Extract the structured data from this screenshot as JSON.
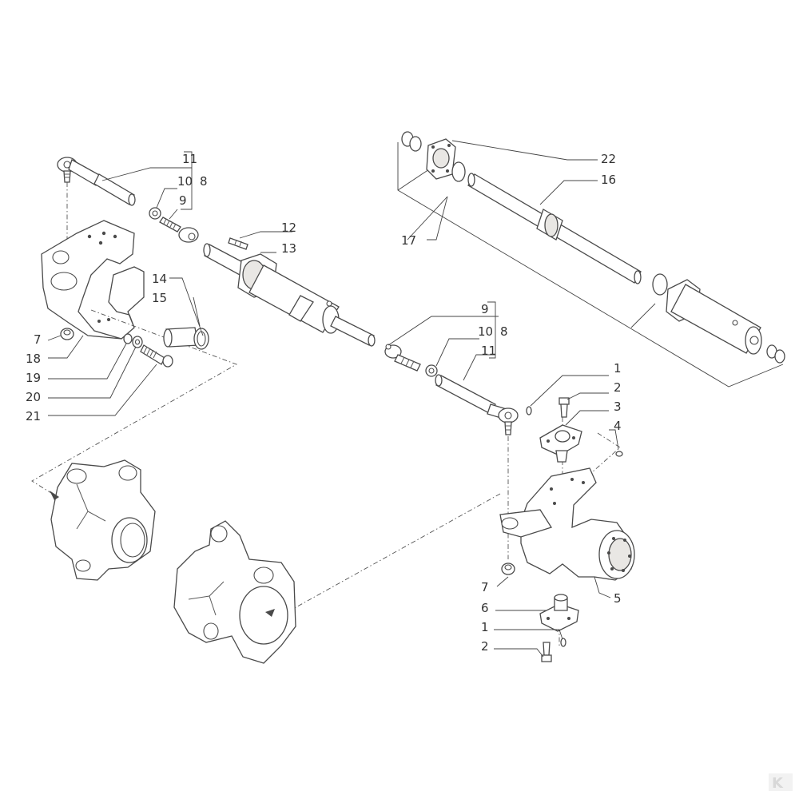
{
  "diagram": {
    "labels": [
      {
        "id": "l11a",
        "text": "11"
      },
      {
        "id": "l10a",
        "text": "10"
      },
      {
        "id": "l8a",
        "text": "8"
      },
      {
        "id": "l9a",
        "text": "9"
      },
      {
        "id": "l12",
        "text": "12"
      },
      {
        "id": "l13",
        "text": "13"
      },
      {
        "id": "l14",
        "text": "14"
      },
      {
        "id": "l15",
        "text": "15"
      },
      {
        "id": "l7a",
        "text": "7"
      },
      {
        "id": "l18",
        "text": "18"
      },
      {
        "id": "l19",
        "text": "19"
      },
      {
        "id": "l20",
        "text": "20"
      },
      {
        "id": "l21",
        "text": "21"
      },
      {
        "id": "l22",
        "text": "22"
      },
      {
        "id": "l16",
        "text": "16"
      },
      {
        "id": "l17",
        "text": "17"
      },
      {
        "id": "l9b",
        "text": "9"
      },
      {
        "id": "l10b",
        "text": "10"
      },
      {
        "id": "l8b",
        "text": "8"
      },
      {
        "id": "l11b",
        "text": "11"
      },
      {
        "id": "l1a",
        "text": "1"
      },
      {
        "id": "l2a",
        "text": "2"
      },
      {
        "id": "l3",
        "text": "3"
      },
      {
        "id": "l4",
        "text": "4"
      },
      {
        "id": "l5",
        "text": "5"
      },
      {
        "id": "l7b",
        "text": "7"
      },
      {
        "id": "l6",
        "text": "6"
      },
      {
        "id": "l1b",
        "text": "1"
      },
      {
        "id": "l2b",
        "text": "2"
      }
    ],
    "logo": "K"
  }
}
